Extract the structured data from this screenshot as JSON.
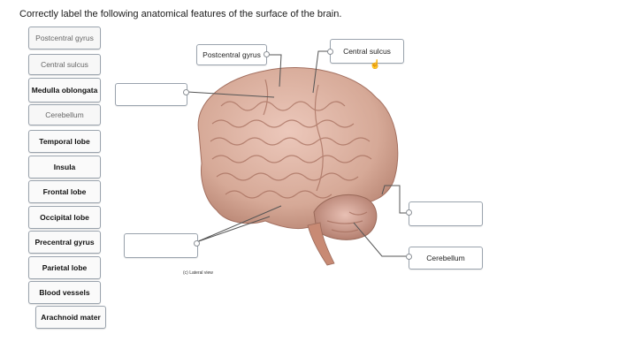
{
  "instruction": "Correctly label the following anatomical features of the surface of the brain.",
  "word_bank": [
    {
      "label": "Postcentral gyrus"
    },
    {
      "label": "Central sulcus"
    },
    {
      "label": "Medulla oblongata"
    },
    {
      "label": "Cerebellum"
    },
    {
      "label": "Temporal lobe"
    },
    {
      "label": "Insula"
    },
    {
      "label": "Frontal lobe"
    },
    {
      "label": "Occipital lobe"
    },
    {
      "label": "Precentral gyrus"
    },
    {
      "label": "Parietal lobe"
    },
    {
      "label": "Blood vessels"
    },
    {
      "label": "Arachnoid mater"
    }
  ],
  "drop_targets": {
    "postcentral_gyrus": "Postcentral gyrus",
    "central_sulcus": "Central sulcus",
    "cerebellum": "Cerebellum",
    "left_upper": "",
    "left_lower": "",
    "right_middle": ""
  },
  "figure_caption": "(c) Lateral view",
  "colors": {
    "accent_line": "#555555",
    "brain": "#d9b3a6"
  }
}
